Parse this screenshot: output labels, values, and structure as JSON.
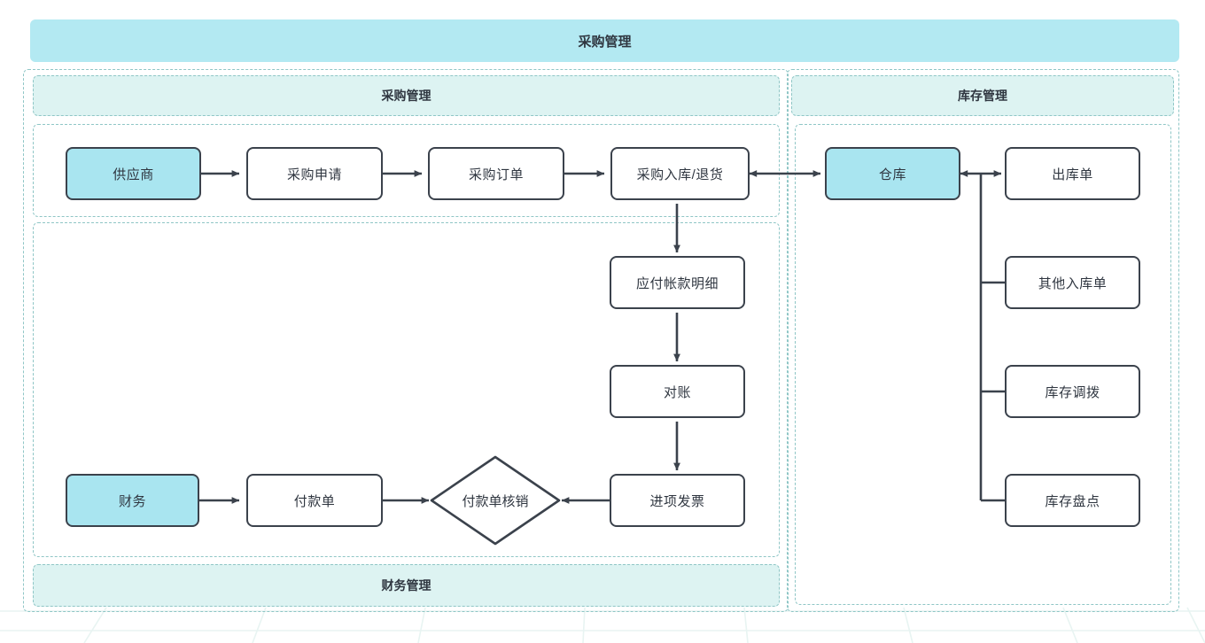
{
  "title": "采购管理",
  "colors": {
    "banner_top": "#b3e9f2",
    "banner_sub": "#ddf3f2",
    "node_accent": "#a9e5f0",
    "node_border": "#3b424c",
    "zone_border": "#8fc6c6",
    "connector": "#3b424c",
    "text": "#2f3640"
  },
  "banners": {
    "top": "采购管理",
    "purchase": "采购管理",
    "inventory": "库存管理",
    "finance": "财务管理"
  },
  "nodes": {
    "supplier": "供应商",
    "purchase_request": "采购申请",
    "purchase_order": "采购订单",
    "purchase_receipt_return": "采购入库/退货",
    "warehouse": "仓库",
    "outbound_order": "出库单",
    "other_inbound_order": "其他入库单",
    "stock_transfer": "库存调拨",
    "stock_count": "库存盘点",
    "payable_detail": "应付帐款明细",
    "reconciliation": "对账",
    "input_invoice": "进项发票",
    "finance": "财务",
    "payment_order": "付款单",
    "payment_writeoff": "付款单核销"
  },
  "chart_data": {
    "type": "diagram",
    "title": "采购管理",
    "groups": [
      {
        "name": "采购管理",
        "nodes": [
          "供应商",
          "采购申请",
          "采购订单",
          "采购入库/退货"
        ]
      },
      {
        "name": "库存管理",
        "nodes": [
          "仓库",
          "出库单",
          "其他入库单",
          "库存调拨",
          "库存盘点"
        ]
      },
      {
        "name": "财务管理",
        "nodes": [
          "应付帐款明细",
          "对账",
          "进项发票",
          "财务",
          "付款单",
          "付款单核销"
        ]
      }
    ],
    "edges": [
      {
        "from": "供应商",
        "to": "采购申请",
        "dir": "forward"
      },
      {
        "from": "采购申请",
        "to": "采购订单",
        "dir": "forward"
      },
      {
        "from": "采购订单",
        "to": "采购入库/退货",
        "dir": "forward"
      },
      {
        "from": "采购入库/退货",
        "to": "仓库",
        "dir": "both"
      },
      {
        "from": "仓库",
        "to": "出库单",
        "dir": "both"
      },
      {
        "from": "出库单",
        "to": "其他入库单",
        "dir": "none"
      },
      {
        "from": "出库单",
        "to": "库存调拨",
        "dir": "none"
      },
      {
        "from": "出库单",
        "to": "库存盘点",
        "dir": "none"
      },
      {
        "from": "采购入库/退货",
        "to": "应付帐款明细",
        "dir": "forward"
      },
      {
        "from": "应付帐款明细",
        "to": "对账",
        "dir": "forward"
      },
      {
        "from": "对账",
        "to": "进项发票",
        "dir": "forward"
      },
      {
        "from": "财务",
        "to": "付款单",
        "dir": "forward"
      },
      {
        "from": "付款单",
        "to": "付款单核销",
        "dir": "forward"
      },
      {
        "from": "进项发票",
        "to": "付款单核销",
        "dir": "forward"
      }
    ]
  }
}
